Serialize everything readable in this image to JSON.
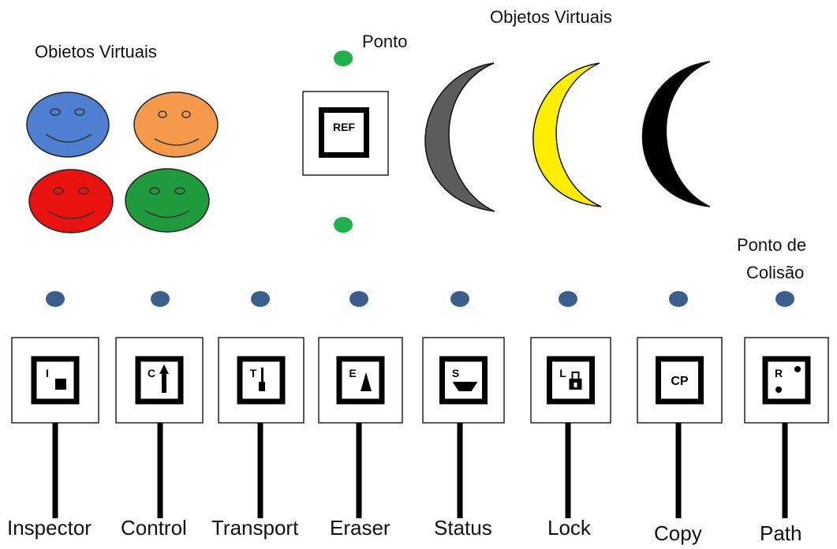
{
  "labels": {
    "virtual_objects_left": "Obietos Virtuais",
    "virtual_objects_right": "Objetos Virtuais",
    "point": "Ponto",
    "collision_point_line1": "Ponto de",
    "collision_point_line2": "Colisão"
  },
  "reference_marker": {
    "symbol": "REF"
  },
  "smileys": [
    {
      "color": "#4f7fd0"
    },
    {
      "color": "#f49a4a"
    },
    {
      "color": "#e8120f"
    },
    {
      "color": "#1f9a3c"
    }
  ],
  "moons": [
    {
      "color": "#5c5c5c"
    },
    {
      "color": "#ffee00"
    },
    {
      "color": "#000000"
    }
  ],
  "colors": {
    "point_green": "#1eb14a",
    "collision_point_blue": "#3a5f8c",
    "marker_black": "#000000"
  },
  "tools": [
    {
      "label": "Inspector",
      "marker_letter": "I",
      "icon": "square-icon"
    },
    {
      "label": "Control",
      "marker_letter": "C",
      "icon": "arrow-up-icon"
    },
    {
      "label": "Transport",
      "marker_letter": "T",
      "icon": "rod-icon"
    },
    {
      "label": "Eraser",
      "marker_letter": "E",
      "icon": "triangle-icon"
    },
    {
      "label": "Status",
      "marker_letter": "S",
      "icon": "bowl-icon"
    },
    {
      "label": "Lock",
      "marker_letter": "L",
      "icon": "padlock-icon"
    },
    {
      "label": "Copy",
      "marker_letter": "CP",
      "icon": "none"
    },
    {
      "label": "Path",
      "marker_letter": "R",
      "icon": "dots-icon"
    }
  ]
}
